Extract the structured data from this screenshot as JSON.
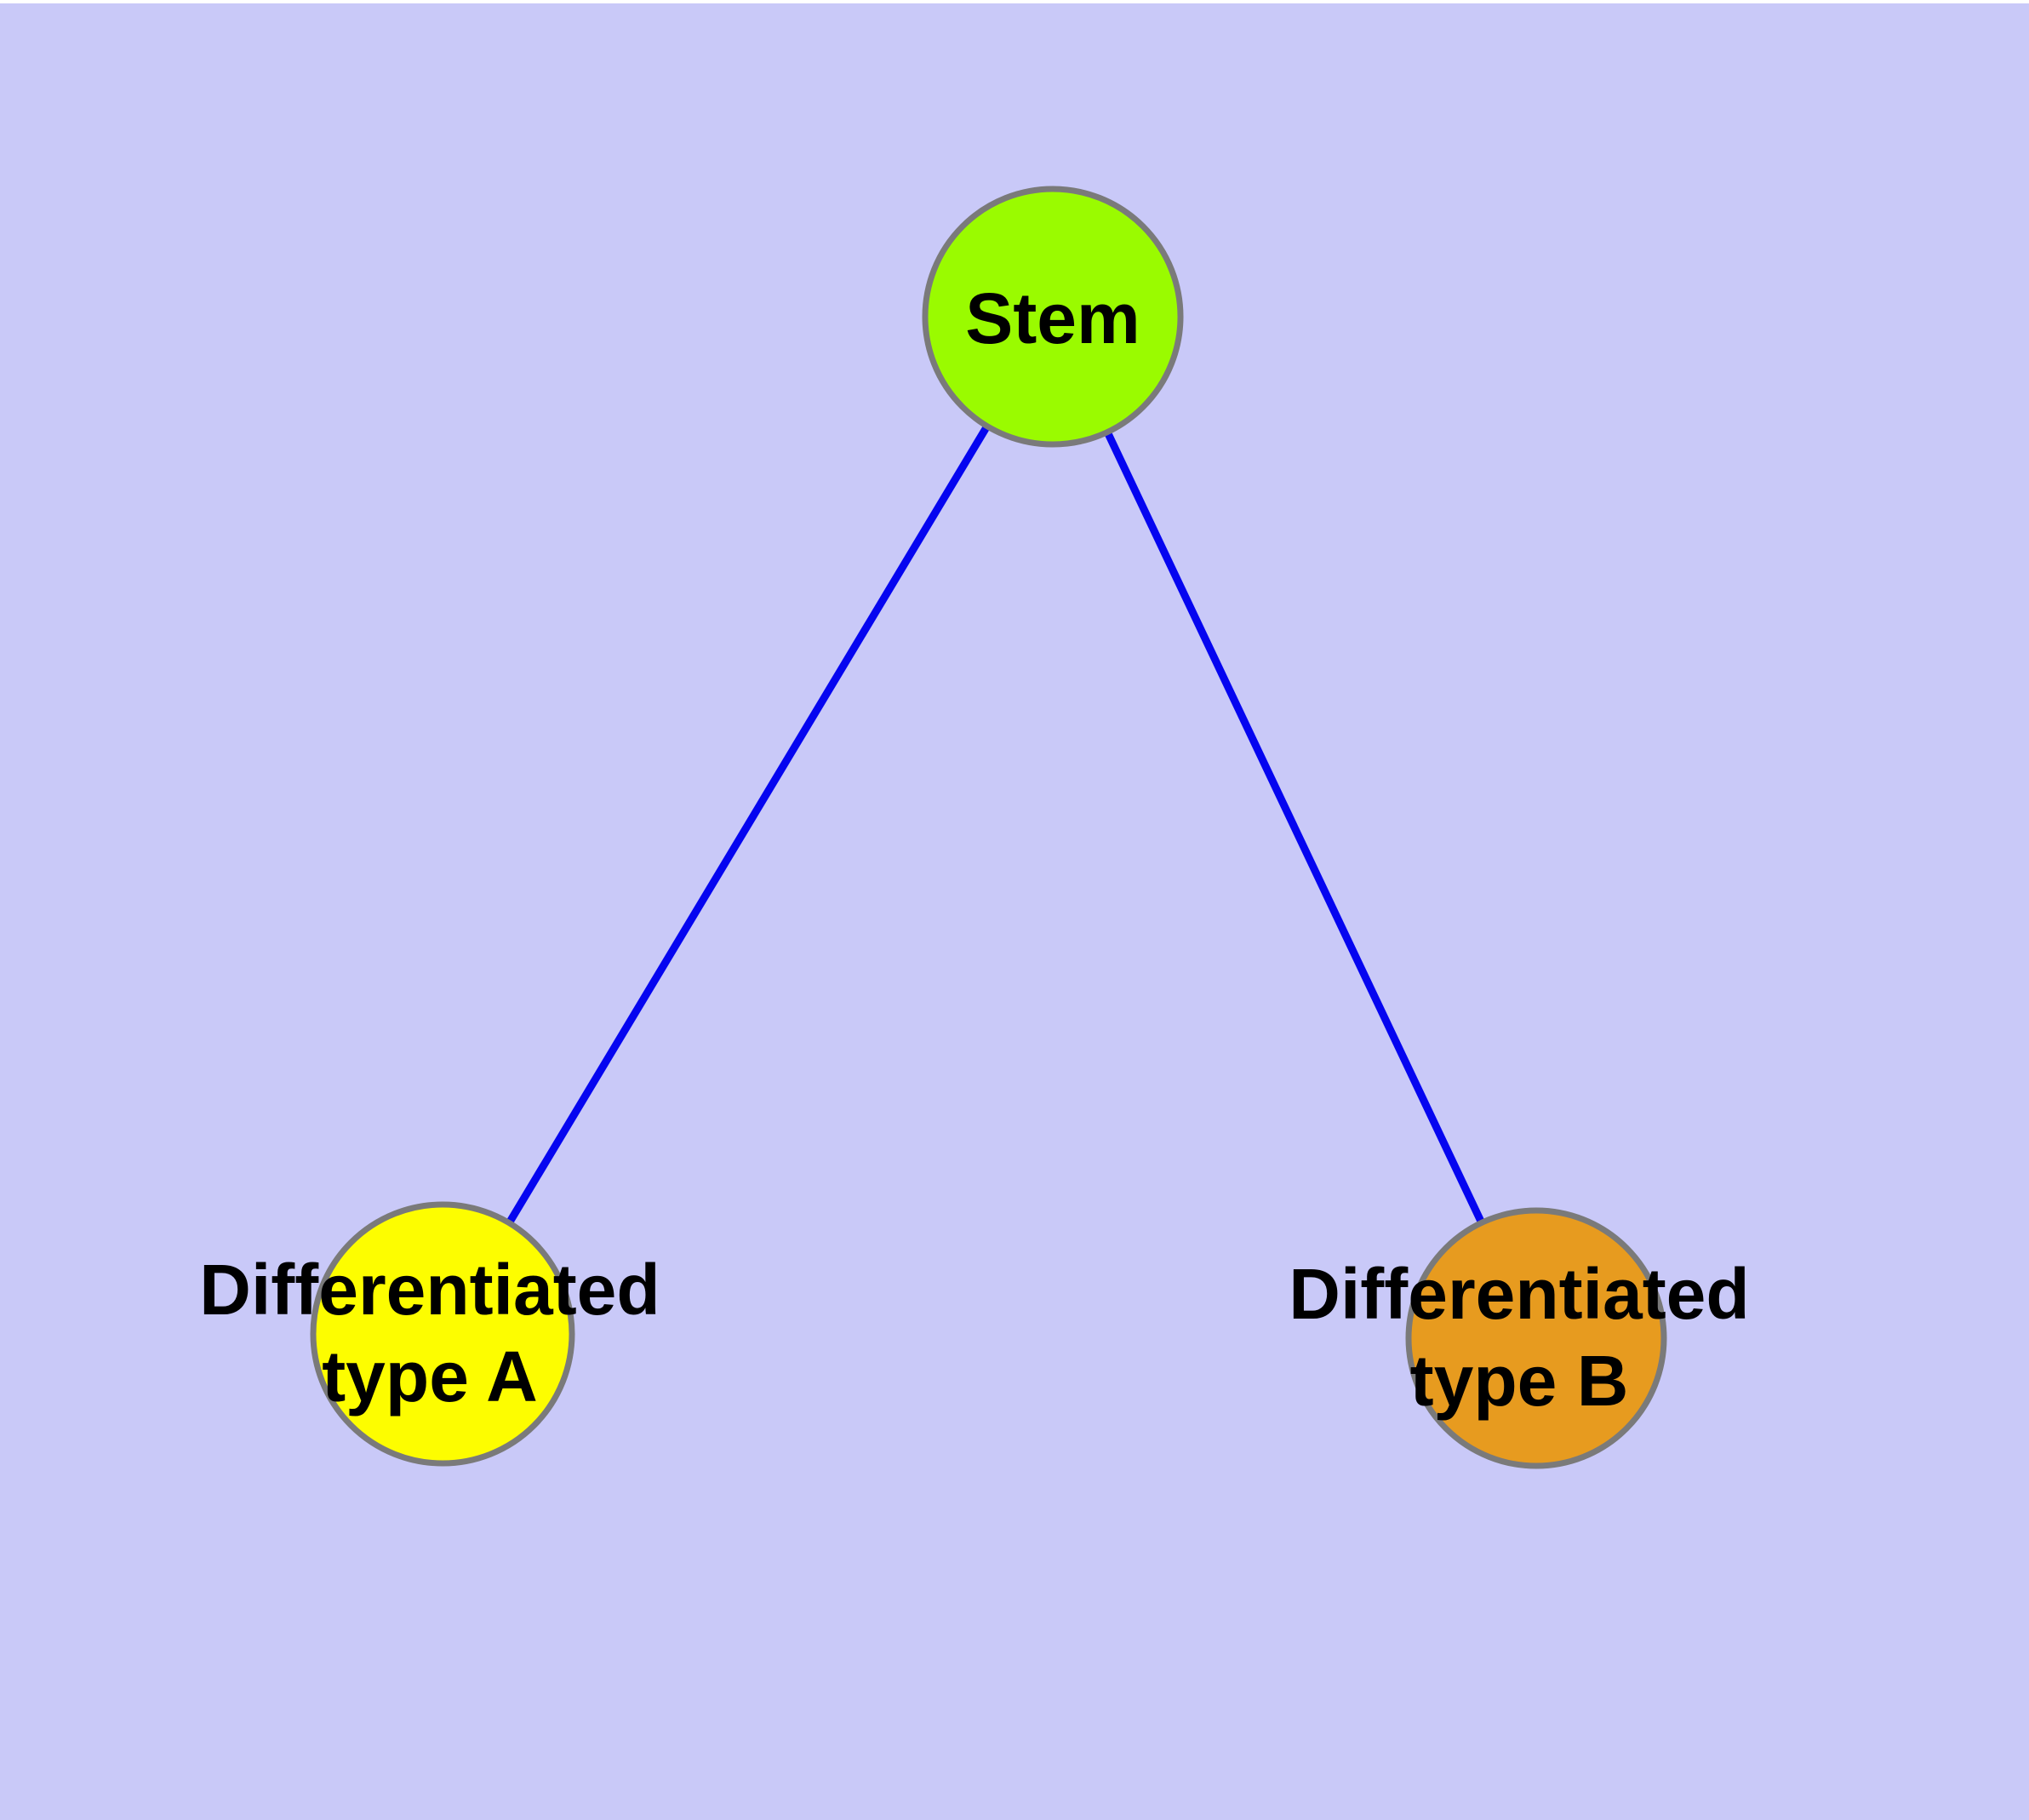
{
  "figure": {
    "background_color": "#c9c9f8",
    "edge_color": "#0505f0",
    "node_border_color": "#7a7a7a",
    "label_color": "#000000"
  },
  "nodes": {
    "stem": {
      "label": "Stem",
      "fill": "#9afb00"
    },
    "type_a": {
      "label": "Differentiated type A",
      "line1": "Differentiated",
      "line2": "type A",
      "fill": "#fdfd00"
    },
    "type_b": {
      "label": "Differentiated type B",
      "line1": "Differentiated",
      "line2": "type B",
      "fill": "#e79b1f"
    }
  },
  "edges": [
    {
      "from": "stem",
      "to": "type_a"
    },
    {
      "from": "stem",
      "to": "type_b"
    }
  ]
}
